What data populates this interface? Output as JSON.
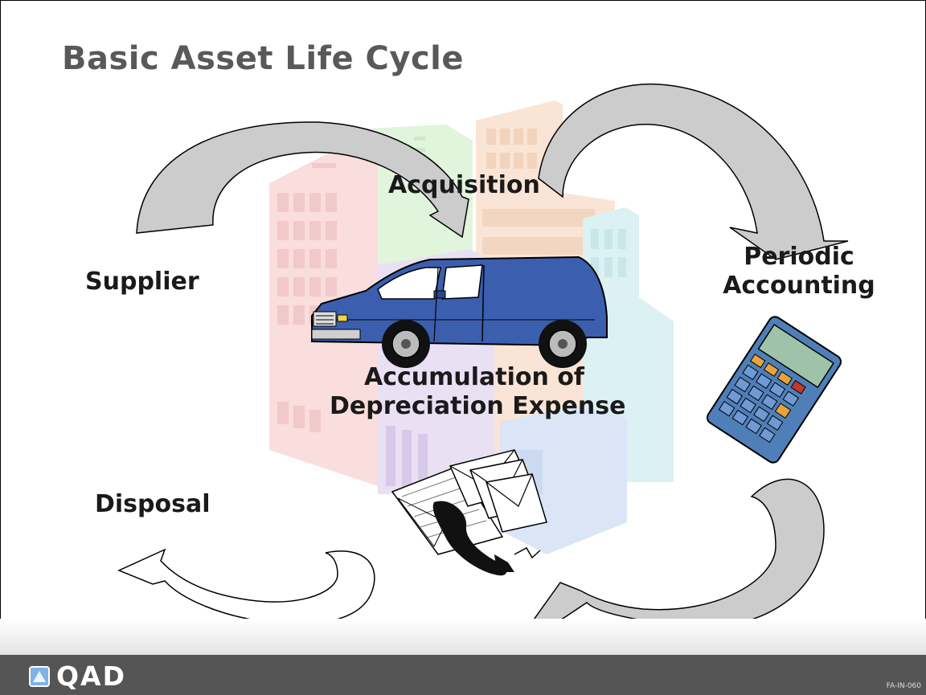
{
  "title": "Basic Asset Life Cycle",
  "labels": {
    "acquisition": "Acquisition",
    "supplier": "Supplier",
    "periodic_accounting": [
      "Periodic",
      "Accounting"
    ],
    "accumulation": [
      "Accumulation of",
      "Depreciation Expense"
    ],
    "disposal": "Disposal"
  },
  "footer": {
    "logo": "QAD",
    "code": "FA-IN-060"
  },
  "colors": {
    "title": "#595959",
    "label": "#1a1a1a",
    "arrow_fill": "#cccccc",
    "van_blue": "#3b5fae",
    "footer_bar": "#555555",
    "logo_blue": "#7fb2e5"
  }
}
